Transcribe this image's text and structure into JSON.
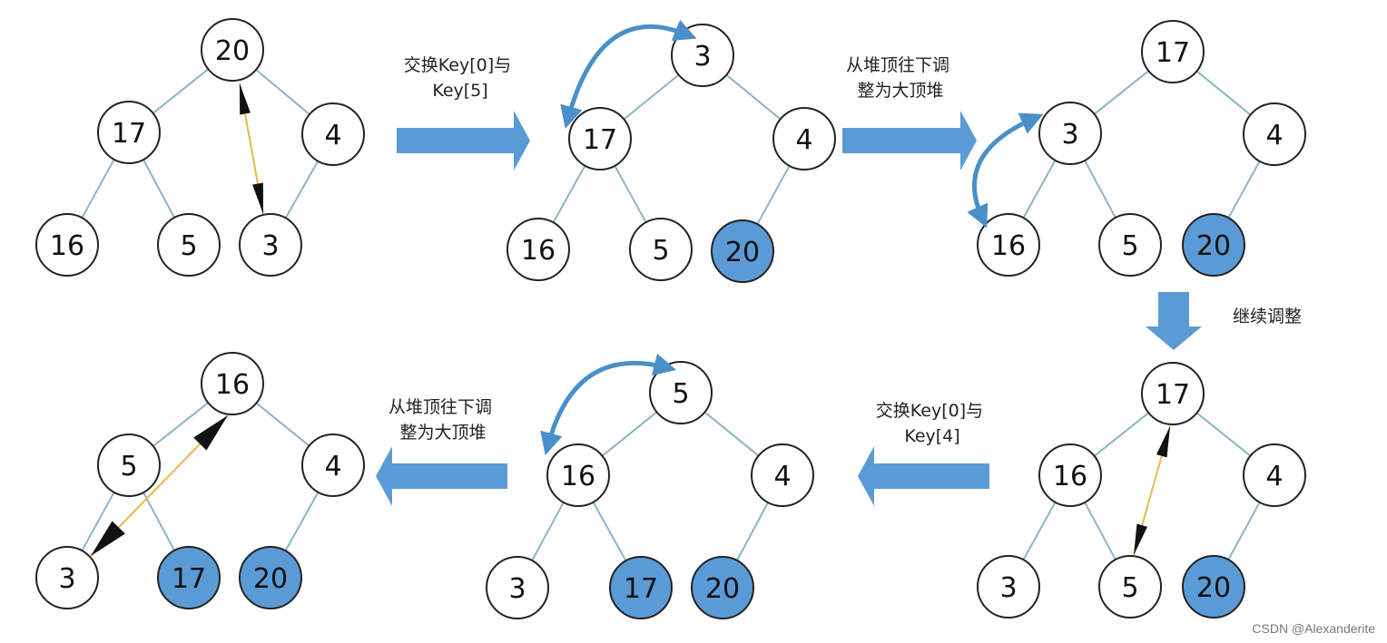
{
  "colors": {
    "edge": "#8cb4c9",
    "node_fill": "#ffffff",
    "node_fill_sorted": "#5b9bd5",
    "node_stroke": "#222222",
    "block_arrow": "#5b9bd5",
    "curve_arrow": "#4a8fc8",
    "swap_line": "#e8b84a",
    "swap_head": "#111111"
  },
  "trees": [
    {
      "name": "tree-1",
      "nodes": [
        {
          "value": "20",
          "sorted": false
        },
        {
          "value": "17",
          "sorted": false
        },
        {
          "value": "4",
          "sorted": false
        },
        {
          "value": "16",
          "sorted": false
        },
        {
          "value": "5",
          "sorted": false
        },
        {
          "value": "3",
          "sorted": false
        }
      ]
    },
    {
      "name": "tree-2",
      "nodes": [
        {
          "value": "3",
          "sorted": false
        },
        {
          "value": "17",
          "sorted": false
        },
        {
          "value": "4",
          "sorted": false
        },
        {
          "value": "16",
          "sorted": false
        },
        {
          "value": "5",
          "sorted": false
        },
        {
          "value": "20",
          "sorted": true
        }
      ]
    },
    {
      "name": "tree-3",
      "nodes": [
        {
          "value": "17",
          "sorted": false
        },
        {
          "value": "3",
          "sorted": false
        },
        {
          "value": "4",
          "sorted": false
        },
        {
          "value": "16",
          "sorted": false
        },
        {
          "value": "5",
          "sorted": false
        },
        {
          "value": "20",
          "sorted": true
        }
      ]
    },
    {
      "name": "tree-4",
      "nodes": [
        {
          "value": "17",
          "sorted": false
        },
        {
          "value": "16",
          "sorted": false
        },
        {
          "value": "4",
          "sorted": false
        },
        {
          "value": "3",
          "sorted": false
        },
        {
          "value": "5",
          "sorted": false
        },
        {
          "value": "20",
          "sorted": true
        }
      ]
    },
    {
      "name": "tree-5",
      "nodes": [
        {
          "value": "5",
          "sorted": false
        },
        {
          "value": "16",
          "sorted": false
        },
        {
          "value": "4",
          "sorted": false
        },
        {
          "value": "3",
          "sorted": false
        },
        {
          "value": "17",
          "sorted": true
        },
        {
          "value": "20",
          "sorted": true
        }
      ]
    },
    {
      "name": "tree-6",
      "nodes": [
        {
          "value": "16",
          "sorted": false
        },
        {
          "value": "5",
          "sorted": false
        },
        {
          "value": "4",
          "sorted": false
        },
        {
          "value": "3",
          "sorted": false
        },
        {
          "value": "17",
          "sorted": true
        },
        {
          "value": "20",
          "sorted": true
        }
      ]
    }
  ],
  "steps": {
    "swap_1": [
      "交换Key[0]与",
      "Key[5]"
    ],
    "adjust_1": [
      "从堆顶往下调",
      "整为大顶堆"
    ],
    "continue": [
      "继续调整"
    ],
    "swap_2": [
      "交换Key[0]与",
      "Key[4]"
    ],
    "adjust_2": [
      "从堆顶往下调",
      "整为大顶堆"
    ]
  },
  "watermark": "CSDN @Alexanderite"
}
